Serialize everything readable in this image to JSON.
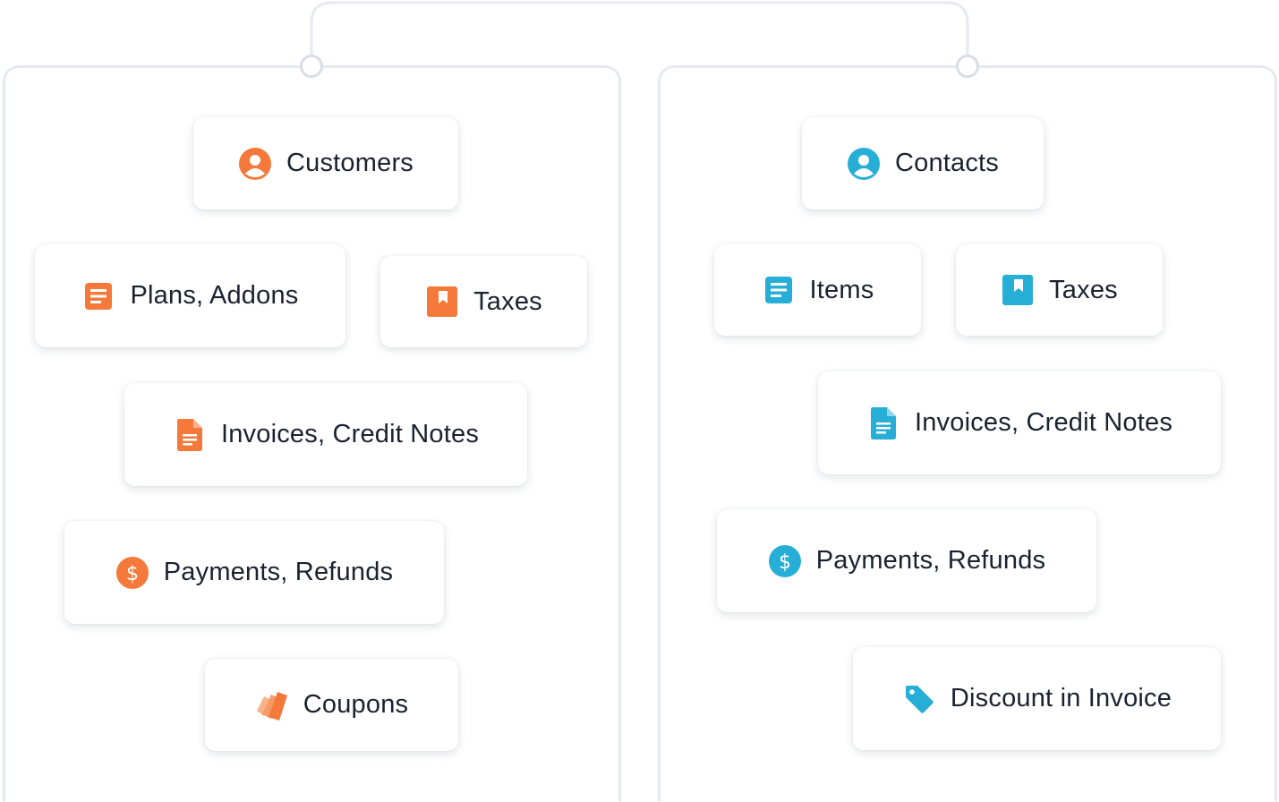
{
  "colors": {
    "orange": "#f4793b",
    "blue": "#27aed6",
    "panel_border": "#e6e9ef",
    "text": "#1a2230"
  },
  "left": {
    "customers": {
      "label": "Customers",
      "icon": "user-circle-icon"
    },
    "plans": {
      "label": "Plans, Addons",
      "icon": "list-document-icon"
    },
    "taxes": {
      "label": "Taxes",
      "icon": "bookmark-icon"
    },
    "invoices": {
      "label": "Invoices, Credit Notes",
      "icon": "file-icon"
    },
    "payments": {
      "label": "Payments, Refunds",
      "icon": "dollar-circle-icon"
    },
    "coupons": {
      "label": "Coupons",
      "icon": "coupon-cards-icon"
    }
  },
  "right": {
    "contacts": {
      "label": "Contacts",
      "icon": "user-circle-icon"
    },
    "items": {
      "label": "Items",
      "icon": "list-document-icon"
    },
    "taxes": {
      "label": "Taxes",
      "icon": "bookmark-icon"
    },
    "invoices": {
      "label": "Invoices, Credit Notes",
      "icon": "file-icon"
    },
    "payments": {
      "label": "Payments, Refunds",
      "icon": "dollar-circle-icon"
    },
    "discount": {
      "label": "Discount in Invoice",
      "icon": "tag-icon"
    }
  }
}
